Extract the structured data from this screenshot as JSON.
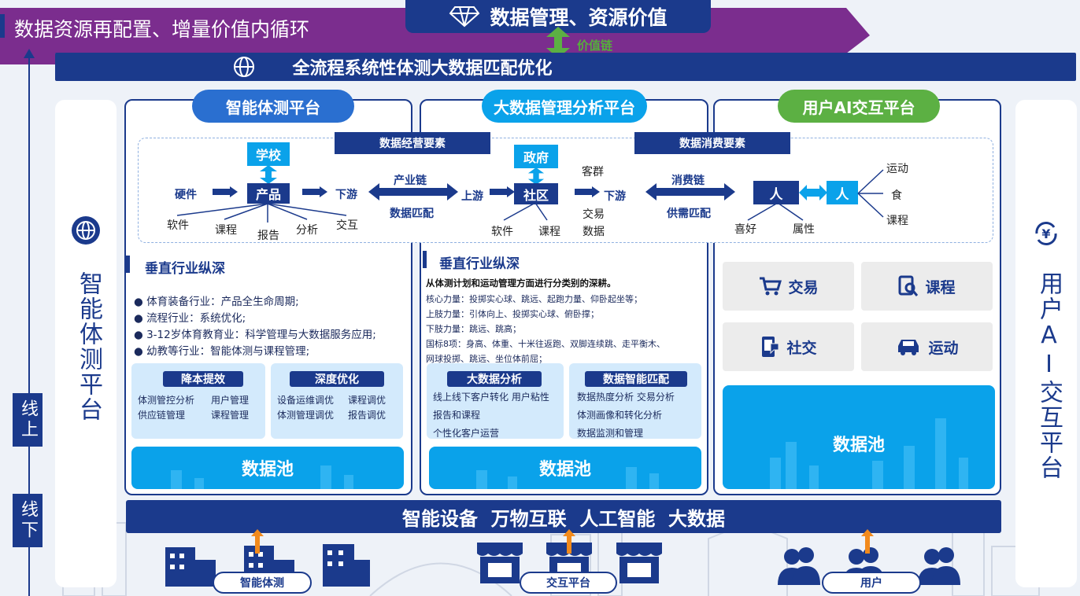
{
  "banner_text": "数据资源再配置、增量价值内循环",
  "top_box": "数据管理、资源价值",
  "value_chain": "价值链",
  "main_bar": "全流程系统性体测大数据匹配优化",
  "axis": {
    "online": "线上",
    "offline": "线下"
  },
  "left_side_title": "智能体测平台",
  "right_side_title": "用户AI交互平台",
  "columns": {
    "left_title": "智能体测平台",
    "mid_title": "大数据管理分析平台",
    "right_title": "用户AI交互平台"
  },
  "flow": {
    "ops_factor": "数据经营要素",
    "consume_factor": "数据消费要素",
    "hardware": "硬件",
    "school": "学校",
    "product": "产品",
    "downstream": "下游",
    "industry_chain": "产业链",
    "data_match": "数据匹配",
    "upstream": "上游",
    "government": "政府",
    "community": "社区",
    "customer_group": "客群",
    "downstream2": "下游",
    "trade": "交易",
    "data": "数据",
    "consume_chain": "消费链",
    "supply_demand": "供需匹配",
    "person1": "人",
    "person2": "人",
    "sport": "运动",
    "food": "食",
    "course": "课程",
    "software": "软件",
    "course_l": "课程",
    "report": "报告",
    "analysis": "分析",
    "interact": "交互",
    "software2": "软件",
    "course2": "课程",
    "hobby": "喜好",
    "attribute": "属性"
  },
  "left_col": {
    "heading": "垂直行业纵深",
    "bullets": [
      "体育装备行业：产品全生命周期;",
      "流程行业：系统优化;",
      "3-12岁体育教育业：科学管理与大数据服务应用;",
      "幼教等行业：智能体测与课程管理;"
    ],
    "card1_title": "降本提效",
    "card1_items": [
      "体测管控分析",
      "用户管理",
      "供应链管理",
      "课程管理"
    ],
    "card2_title": "深度优化",
    "card2_items": [
      "设备运维调优",
      "课程调优",
      "体测管理调优",
      "报告调优"
    ],
    "pool": "数据池"
  },
  "mid_col": {
    "heading": "垂直行业纵深",
    "intro": "从体测计划和运动管理方面进行分类别的深耕。",
    "lines": [
      "核心力量：投掷实心球、跳远、起跑力量、仰卧起坐等；",
      "上肢力量：引体向上、投掷实心球、俯卧撑；",
      "下肢力量：跳远、跳高；",
      "国标8项：身高、体重、十米往返跑、双脚连续跳、走平衡木、",
      "网球投掷、跳远、坐位体前屈；"
    ],
    "card1_title": "大数据分析",
    "card1_items": [
      "线上线下客户转化 用户粘性",
      "报告和课程",
      "个性化客户运营"
    ],
    "card2_title": "数据智能匹配",
    "card2_items": [
      "数据热度分析 交易分析",
      "体测画像和转化分析",
      "数据监测和管理"
    ],
    "pool": "数据池"
  },
  "right_col": {
    "tiles": [
      {
        "label": "交易",
        "icon": "cart-icon"
      },
      {
        "label": "课程",
        "icon": "search-doc-icon"
      },
      {
        "label": "社交",
        "icon": "phone-icon"
      },
      {
        "label": "运动",
        "icon": "car-icon"
      }
    ],
    "pool": "数据池"
  },
  "bottom_bar": "智能设备  万物互联  人工智能  大数据",
  "footer": {
    "left": "智能体测",
    "mid": "交互平台",
    "right": "用户"
  },
  "colors": {
    "navy": "#1b3a8c",
    "purple": "#7b2d8e",
    "cyan": "#0aa2ea",
    "green": "#5cb043",
    "mid_blue": "#2a7fd4",
    "orange": "#f28a1c"
  }
}
